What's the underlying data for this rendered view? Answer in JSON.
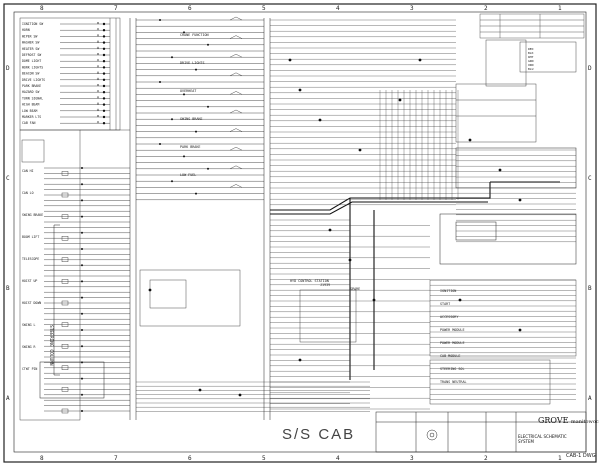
{
  "sheet": {
    "section_title": "S/S CAB",
    "drawing_number": "CAB-1 DWG",
    "brand": "GROVE",
    "brand_sub": "manitowoc",
    "title_lines": [
      "ELECTRICAL SCHEMATIC",
      "SYSTEM"
    ]
  },
  "border": {
    "columns": [
      "8",
      "7",
      "6",
      "5",
      "4",
      "3",
      "2",
      "1"
    ],
    "rows": [
      "D",
      "C",
      "B",
      "A"
    ]
  },
  "blocks": [
    {
      "key": "left-switch-panel",
      "labels": [
        "IGNITION SW",
        "HORN",
        "WIPER SW",
        "WASHER SW",
        "HEATER SW",
        "DEFROST SW",
        "DOME LIGHT",
        "WORK LIGHTS",
        "BEACON SW",
        "DRIVE LIGHTS",
        "PARK BRAKE",
        "HAZARD SW",
        "TURN SIGNAL",
        "HIGH BEAM",
        "LOW BEAM",
        "MARKER LTS",
        "CAB FAN"
      ]
    },
    {
      "key": "left-lower-panel",
      "labels": [
        "CAN HI",
        "CAN LO",
        "SWING BRAKE",
        "BOOM LIFT",
        "TELESCOPE",
        "HOIST UP",
        "HOIST DOWN",
        "SWING L",
        "SWING R",
        "CTWT PIN"
      ]
    },
    {
      "key": "steering-column",
      "labels": [
        "STEERING COLUMN"
      ]
    },
    {
      "key": "upper-center",
      "labels": [
        "CRANE FUNCTION",
        "DRIVE LIGHTS",
        "OVERHEAT",
        "SWING BRAKE",
        "PARK BRAKE",
        "LOW FUEL"
      ]
    },
    {
      "key": "right-connectors",
      "labels": [
        "RED",
        "BLK",
        "WHT",
        "GRN",
        "ORN",
        "BLU"
      ]
    },
    {
      "key": "center-lower",
      "labels": [
        "HYD CONTROL STATION",
        "J1939",
        "SPARE"
      ]
    },
    {
      "key": "right-lower",
      "labels": [
        "IGNITION",
        "START",
        "ACCESSORY",
        "POWER MODULE",
        "POWER MODULE",
        "CAB MODULE",
        "STEERING SOL",
        "TRANS NEUTRAL"
      ]
    }
  ]
}
